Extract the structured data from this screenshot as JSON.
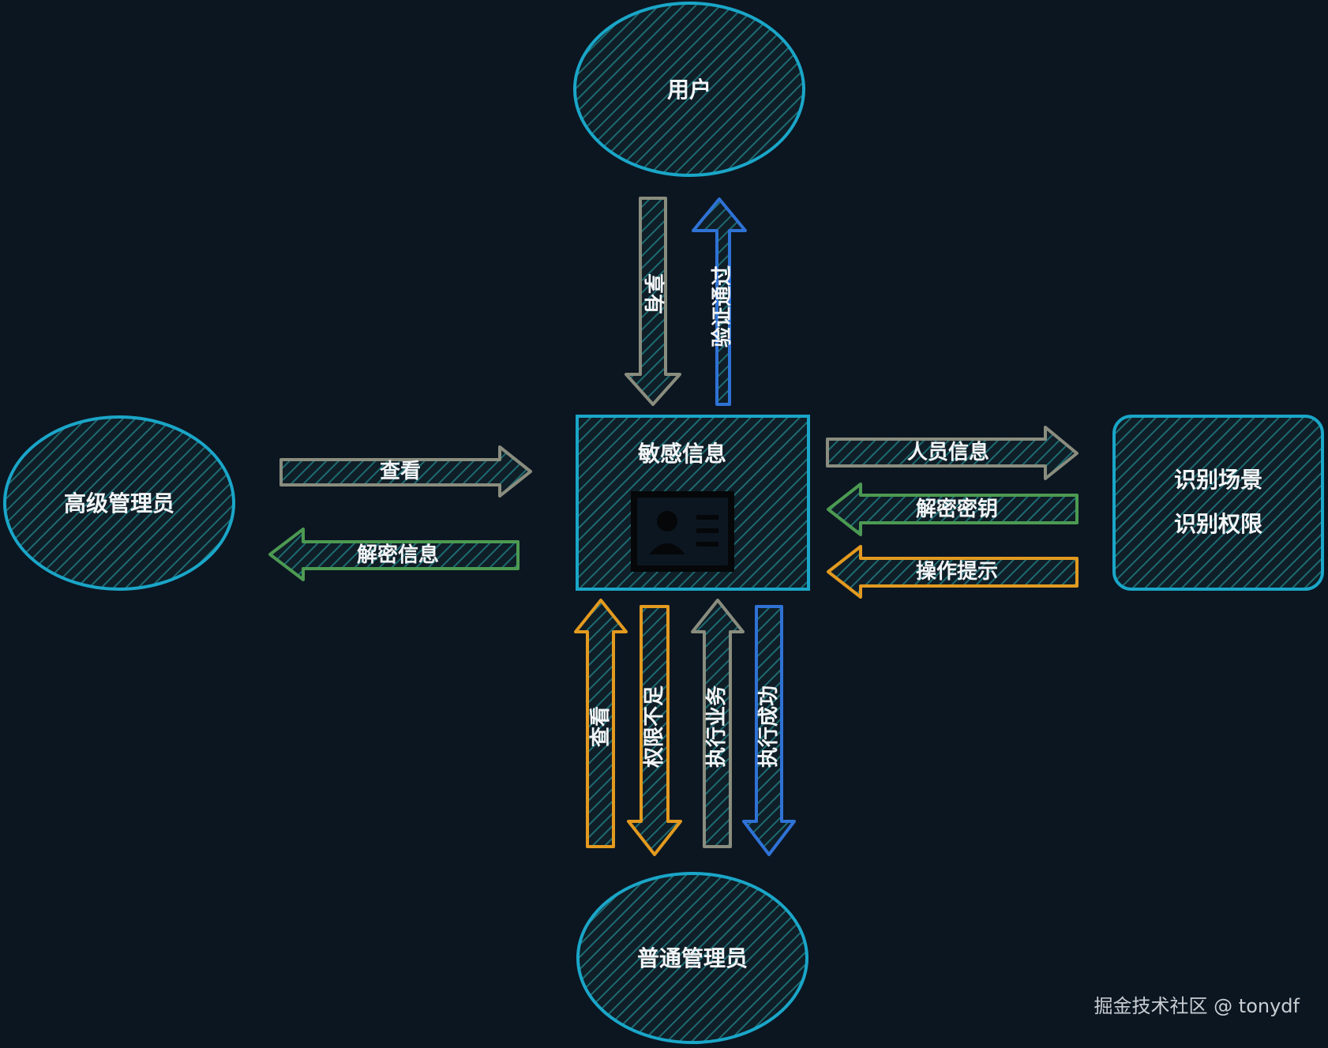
{
  "colors": {
    "background": "#0c1621",
    "node_stroke": "#1aa6c8",
    "hatch": "#1e6b72",
    "gray": "#8a8d7e",
    "blue": "#2f72d6",
    "green": "#4c9a52",
    "orange": "#e39a1f",
    "text": "#f2f4f6"
  },
  "nodes": {
    "user": "用户",
    "senior_admin": "高级管理员",
    "sensitive_info": "敏感信息",
    "recognition_scene": "识别场景",
    "recognition_permission": "识别权限",
    "regular_admin": "普通管理员"
  },
  "arrows": {
    "user_down": "享有",
    "user_up": "验证通过",
    "senior_view": "查看",
    "senior_decrypt": "解密信息",
    "person_info": "人员信息",
    "decrypt_key": "解密密钥",
    "op_hint": "操作提示",
    "regular_view": "查看",
    "insufficient": "权限不足",
    "execute_business": "执行业务",
    "execute_success": "执行成功"
  },
  "icons": {
    "center": "id-card-icon"
  },
  "watermark": "掘金技术社区 @ tonydf"
}
